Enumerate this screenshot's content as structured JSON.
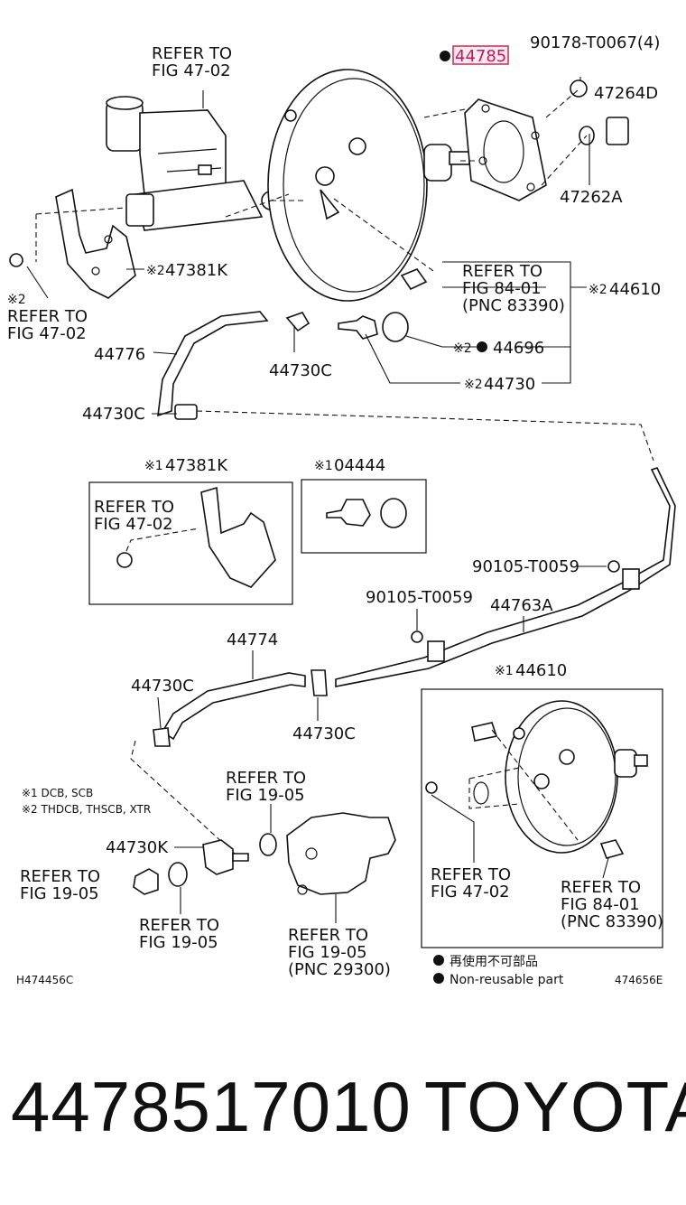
{
  "highlight_color": "#d0365e",
  "labels": {
    "target": "44785",
    "clip_qty": "90178-T0067(4)",
    "p47264d": "47264D",
    "p47262a": "47262A",
    "refer_4702_top_1": "REFER TO",
    "refer_4702_top_2": "FIG 47-02",
    "p47381k": "47381K",
    "refer_4702_left_1": "REFER TO",
    "refer_4702_left_2": "FIG 47-02",
    "refer_8401_1": "REFER TO",
    "refer_8401_2": "FIG 84-01",
    "refer_8401_3": "(PNC 83390)",
    "p44610": "44610",
    "p44696": "44696",
    "p44730": "44730",
    "p44776": "44776",
    "p44730c_a": "44730C",
    "p44730c_b": "44730C",
    "box1_title": "47381K",
    "box1_refer_1": "REFER TO",
    "box1_refer_2": "FIG 47-02",
    "box2_title": "04444",
    "bolt_a": "90105-T0059",
    "bolt_b": "90105-T0059",
    "p44763a": "44763A",
    "p44774": "44774",
    "p44730c_c": "44730C",
    "p44730c_d": "44730C",
    "alt_44610": "44610",
    "refer_1905_a_1": "REFER TO",
    "refer_1905_a_2": "FIG 19-05",
    "p44730k": "44730K",
    "refer_1905_b_1": "REFER TO",
    "refer_1905_b_2": "FIG 19-05",
    "refer_1905_c_1": "REFER TO",
    "refer_1905_c_2": "FIG 19-05",
    "refer_1905_d_1": "REFER TO",
    "refer_1905_d_2": "FIG 19-05",
    "refer_1905_d_3": "(PNC 29300)",
    "alt_refer_4702_1": "REFER TO",
    "alt_refer_4702_2": "FIG 47-02",
    "alt_refer_8401_1": "REFER TO",
    "alt_refer_8401_2": "FIG 84-01",
    "alt_refer_8401_3": "(PNC 83390)",
    "mark1": "※1",
    "mark2": "※2",
    "legend_1": "※1  DCB, SCB",
    "legend_2": "※2 THDCB, THSCB, XTR",
    "nonreuse_cn": "再使用不可部品",
    "nonreuse_en": "Non-reusable part",
    "code_left": "H474456C",
    "code_right": "474656E"
  },
  "caption": {
    "part_number": "4478517010",
    "brand": "TOYOTA"
  }
}
